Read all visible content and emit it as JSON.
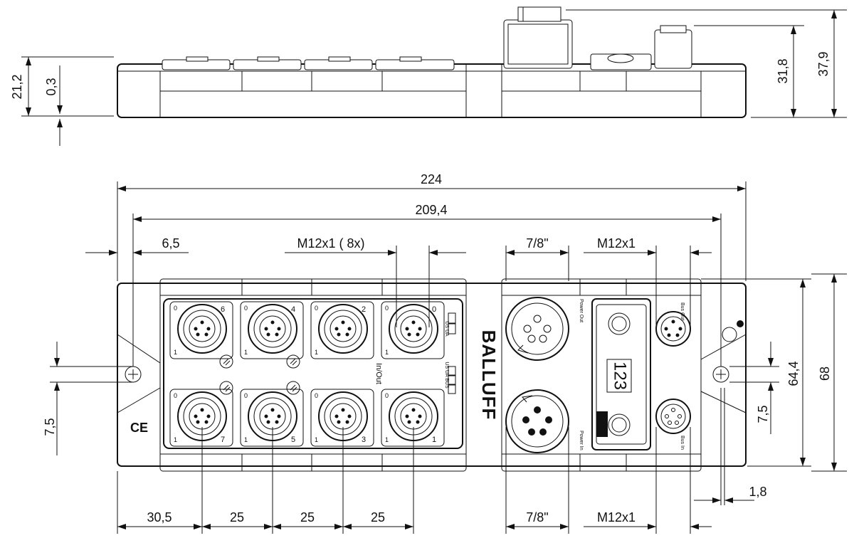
{
  "side_view": {
    "dims": {
      "overall_height_left": "21,2",
      "offset_bottom": "0,3",
      "height_body": "31,8",
      "height_total": "37,9"
    }
  },
  "top_view": {
    "dims": {
      "overall_length": "224",
      "hole_spacing": "209,4",
      "hole_offset": "6,5",
      "io_connector_label": "M12x1   ( 8x)",
      "power_connector": "7/8\"",
      "bus_connector": "M12x1",
      "hole_diameter": "7,5",
      "bottom_first_pitch": "30,5",
      "pitch_1": "25",
      "pitch_2": "25",
      "pitch_3": "25",
      "bottom_power": "7/8\"",
      "bottom_bus": "M12x1",
      "width_inner": "64,4",
      "width_total": "68",
      "hole_slot": "7,5",
      "end_offset": "1,8"
    },
    "brand": "BALLUFF",
    "display_value": "123",
    "io_label": "In/Out",
    "ce_mark": "CE",
    "led_labels": {
      "us_ua_top": "US UA",
      "us_ua_bus": "US UA BUS"
    },
    "port_numbers_top": [
      "6",
      "4",
      "2",
      "0"
    ],
    "port_numbers_bottom": [
      "7",
      "5",
      "3",
      "1"
    ],
    "pin_labels": [
      "0",
      "1"
    ],
    "power_out_label": "Power Out",
    "power_in_label": "Power In",
    "bus_out_label": "Bus Out",
    "bus_in_label": "Bus In"
  }
}
